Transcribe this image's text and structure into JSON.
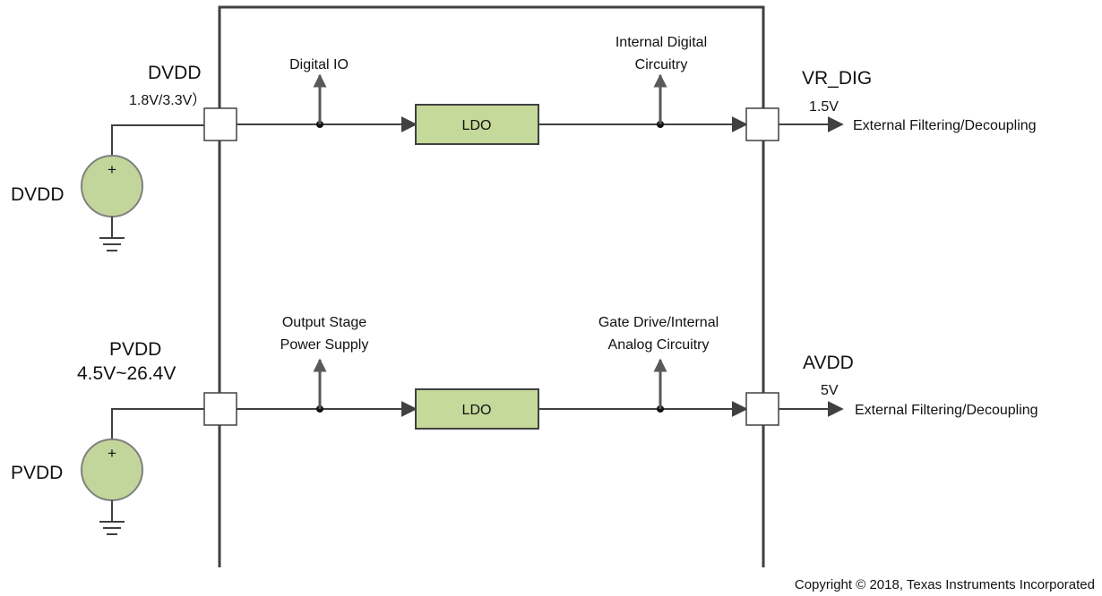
{
  "inputs": [
    {
      "source_label": "DVDD",
      "pin_label": "DVDD",
      "pin_voltage": "1.8V/3.3V）",
      "tap_before_ldo": "Digital IO",
      "ldo_label": "LDO",
      "tap_after_ldo": [
        "Internal Digital",
        "Circuitry"
      ],
      "output_label": "VR_DIG",
      "output_voltage": "1.5V",
      "output_destination": "External Filtering/Decoupling"
    },
    {
      "source_label": "PVDD",
      "pin_label": "PVDD",
      "pin_voltage": "4.5V~26.4V",
      "tap_before_ldo": [
        "Output Stage",
        "Power Supply"
      ],
      "ldo_label": "LDO",
      "tap_after_ldo": [
        "Gate Drive/Internal",
        "Analog Circuitry"
      ],
      "output_label": "AVDD",
      "output_voltage": "5V",
      "output_destination": "External Filtering/Decoupling"
    }
  ],
  "source_symbol": "+",
  "copyright": "Copyright © 2018, Texas Instruments Incorporated",
  "colors": {
    "ldo_fill": "#c5d99a",
    "source_fill": "#c2d69b",
    "wire": "#404040",
    "arrow": "#595959"
  }
}
